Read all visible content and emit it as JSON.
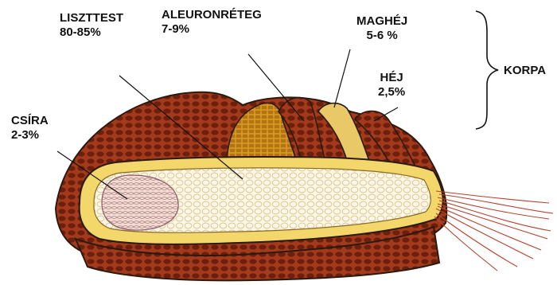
{
  "labels": {
    "liszttest": {
      "name": "LISZTTEST",
      "value": "80-85%"
    },
    "aleuronreteg": {
      "name": "ALEURONRÉTEG",
      "value": "7-9%"
    },
    "maghej": {
      "name": "MAGHÉJ",
      "value": "5-6 %"
    },
    "hej": {
      "name": "HÉJ",
      "value": "2,5%"
    },
    "csira": {
      "name": "CSÍRA",
      "value": "2-3%"
    },
    "korpa": {
      "name": "KORPA"
    }
  },
  "colors": {
    "outer_bran": "#9c3418",
    "bran_cells": "#6b1f0c",
    "aleurone": "#c98a1a",
    "seed_coat": "#e9c867",
    "endosperm": "#fbf7ea",
    "endosperm_band": "#f6e58d",
    "germ": "#e8c9b8",
    "hairs": "#b5422e",
    "outline": "#2a1a10"
  }
}
